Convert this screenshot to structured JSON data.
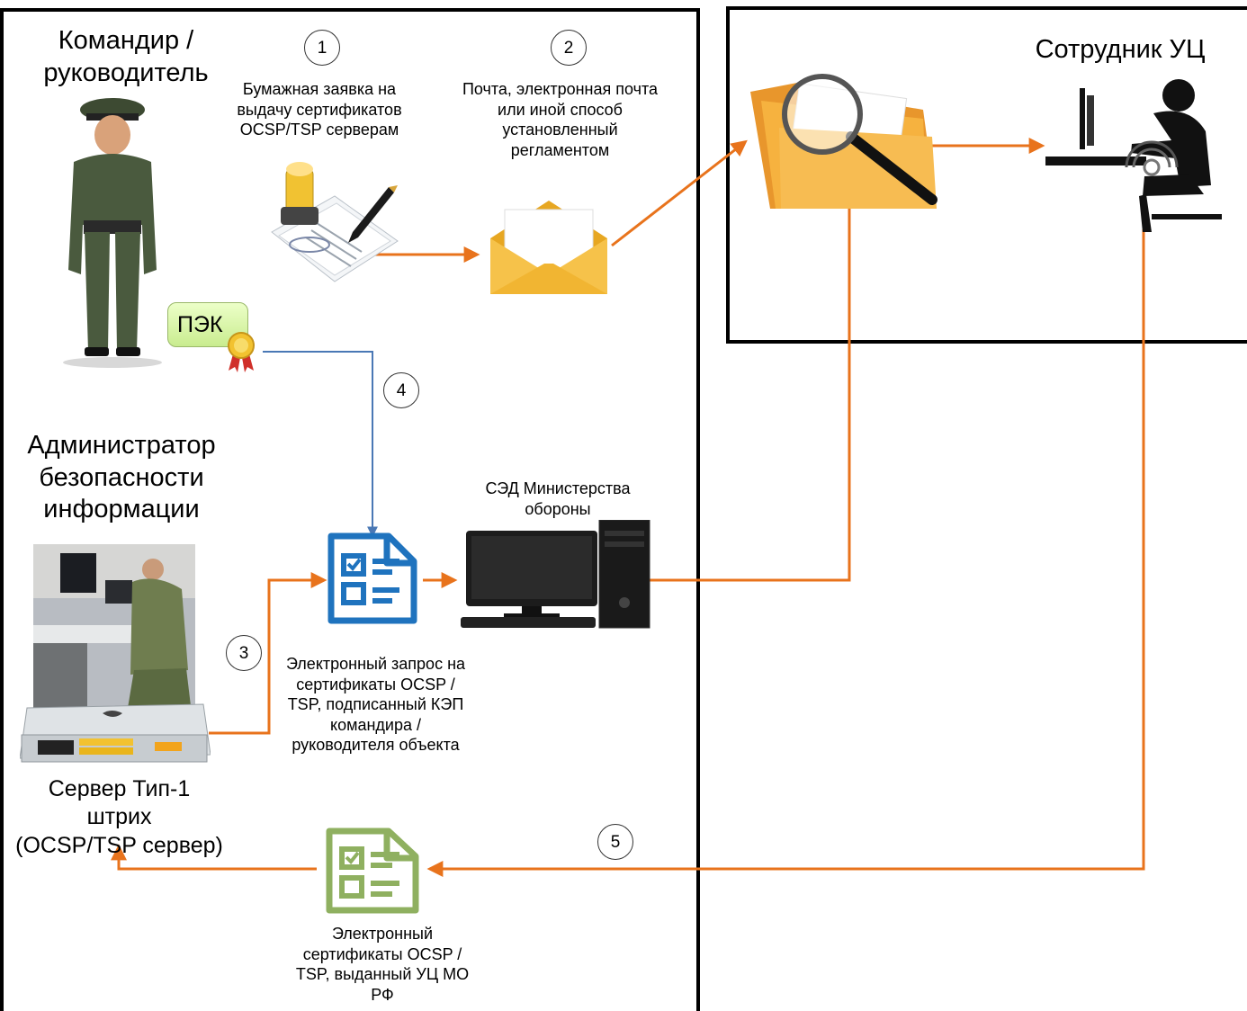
{
  "left_panel": {
    "commander_title": "Командир /\nруководитель",
    "admin_title": "Администратор\nбезопасности\nинформации",
    "server_caption": "Сервер Тип-1\nштрих\n(OCSP/TSP сервер)",
    "badge_label": "ПЭК",
    "paper_request_caption": "Бумажная заявка на\nвыдачу сертификатов\nOCSP/TSP серверам",
    "mail_caption": "Почта, электронная почта\nили иной способ\nустановленный\nрегламентом",
    "sed_caption": "СЭД Министерства\nобороны",
    "electronic_request_caption": "Электронный запрос на\nсертификаты OCSP /\nTSP, подписанный КЭП\nкомандира /\nруководителя объекта",
    "issued_cert_caption": "Электронный\nсертификаты OCSP /\nTSP, выданный УЦ МО\nРФ"
  },
  "right_panel": {
    "title": "Сотрудник УЦ"
  },
  "steps": [
    "1",
    "2",
    "3",
    "4",
    "5"
  ],
  "colors": {
    "arrow_orange": "#e8731c",
    "arrow_blue": "#4a78b5",
    "doc_blue": "#1f73be",
    "doc_green": "#8fb060"
  }
}
